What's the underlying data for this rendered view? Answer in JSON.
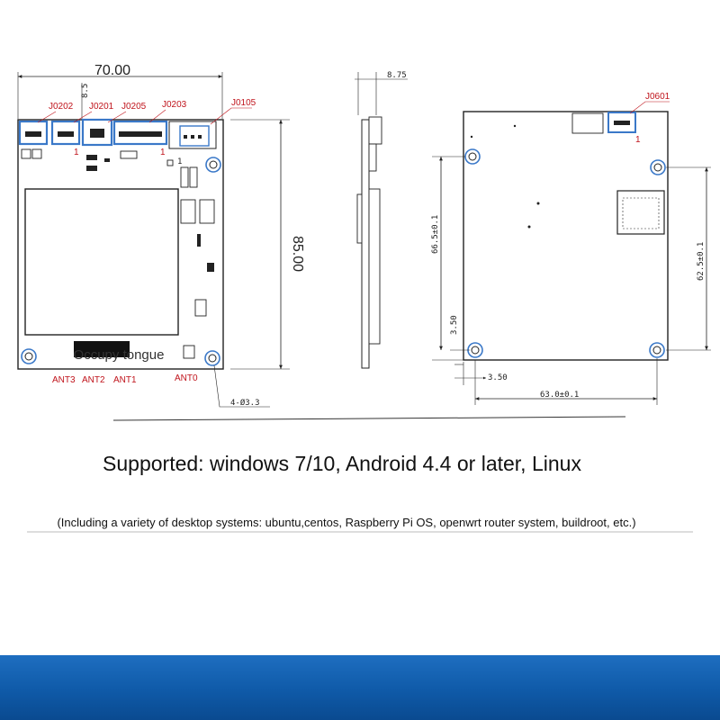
{
  "front_view": {
    "width_dim": "70.00",
    "height_dim": "85.00",
    "small_dim": "8.5",
    "hole_dim": "4-Ø3.3",
    "tongue_label": "Occupy tongue",
    "pin_one": "1",
    "connectors": [
      "J0202",
      "J0201",
      "J0205",
      "J0203",
      "J0105"
    ],
    "antennas": [
      "ANT3",
      "ANT2",
      "ANT1",
      "ANT0"
    ]
  },
  "side_view": {
    "thickness_dim": "8.75"
  },
  "back_view": {
    "connector": "J0601",
    "pin_one": "1",
    "dim_vertical_left": "66.5±0.1",
    "dim_vertical_right": "62.5±0.1",
    "dim_small_v": "3.50",
    "dim_small_h": "3.50",
    "dim_horizontal": "63.0±0.1"
  },
  "support_text": "Supported: windows 7/10, Android 4.4 or later, Linux",
  "sub_text": "(Including a variety of desktop systems: ubuntu,centos, Raspberry Pi OS, openwrt router system, buildroot, etc.)",
  "colors": {
    "pcb_outline": "#222222",
    "connector": "#3a78c8",
    "label_red": "#c0141c",
    "band_blue": "#1566b8"
  }
}
